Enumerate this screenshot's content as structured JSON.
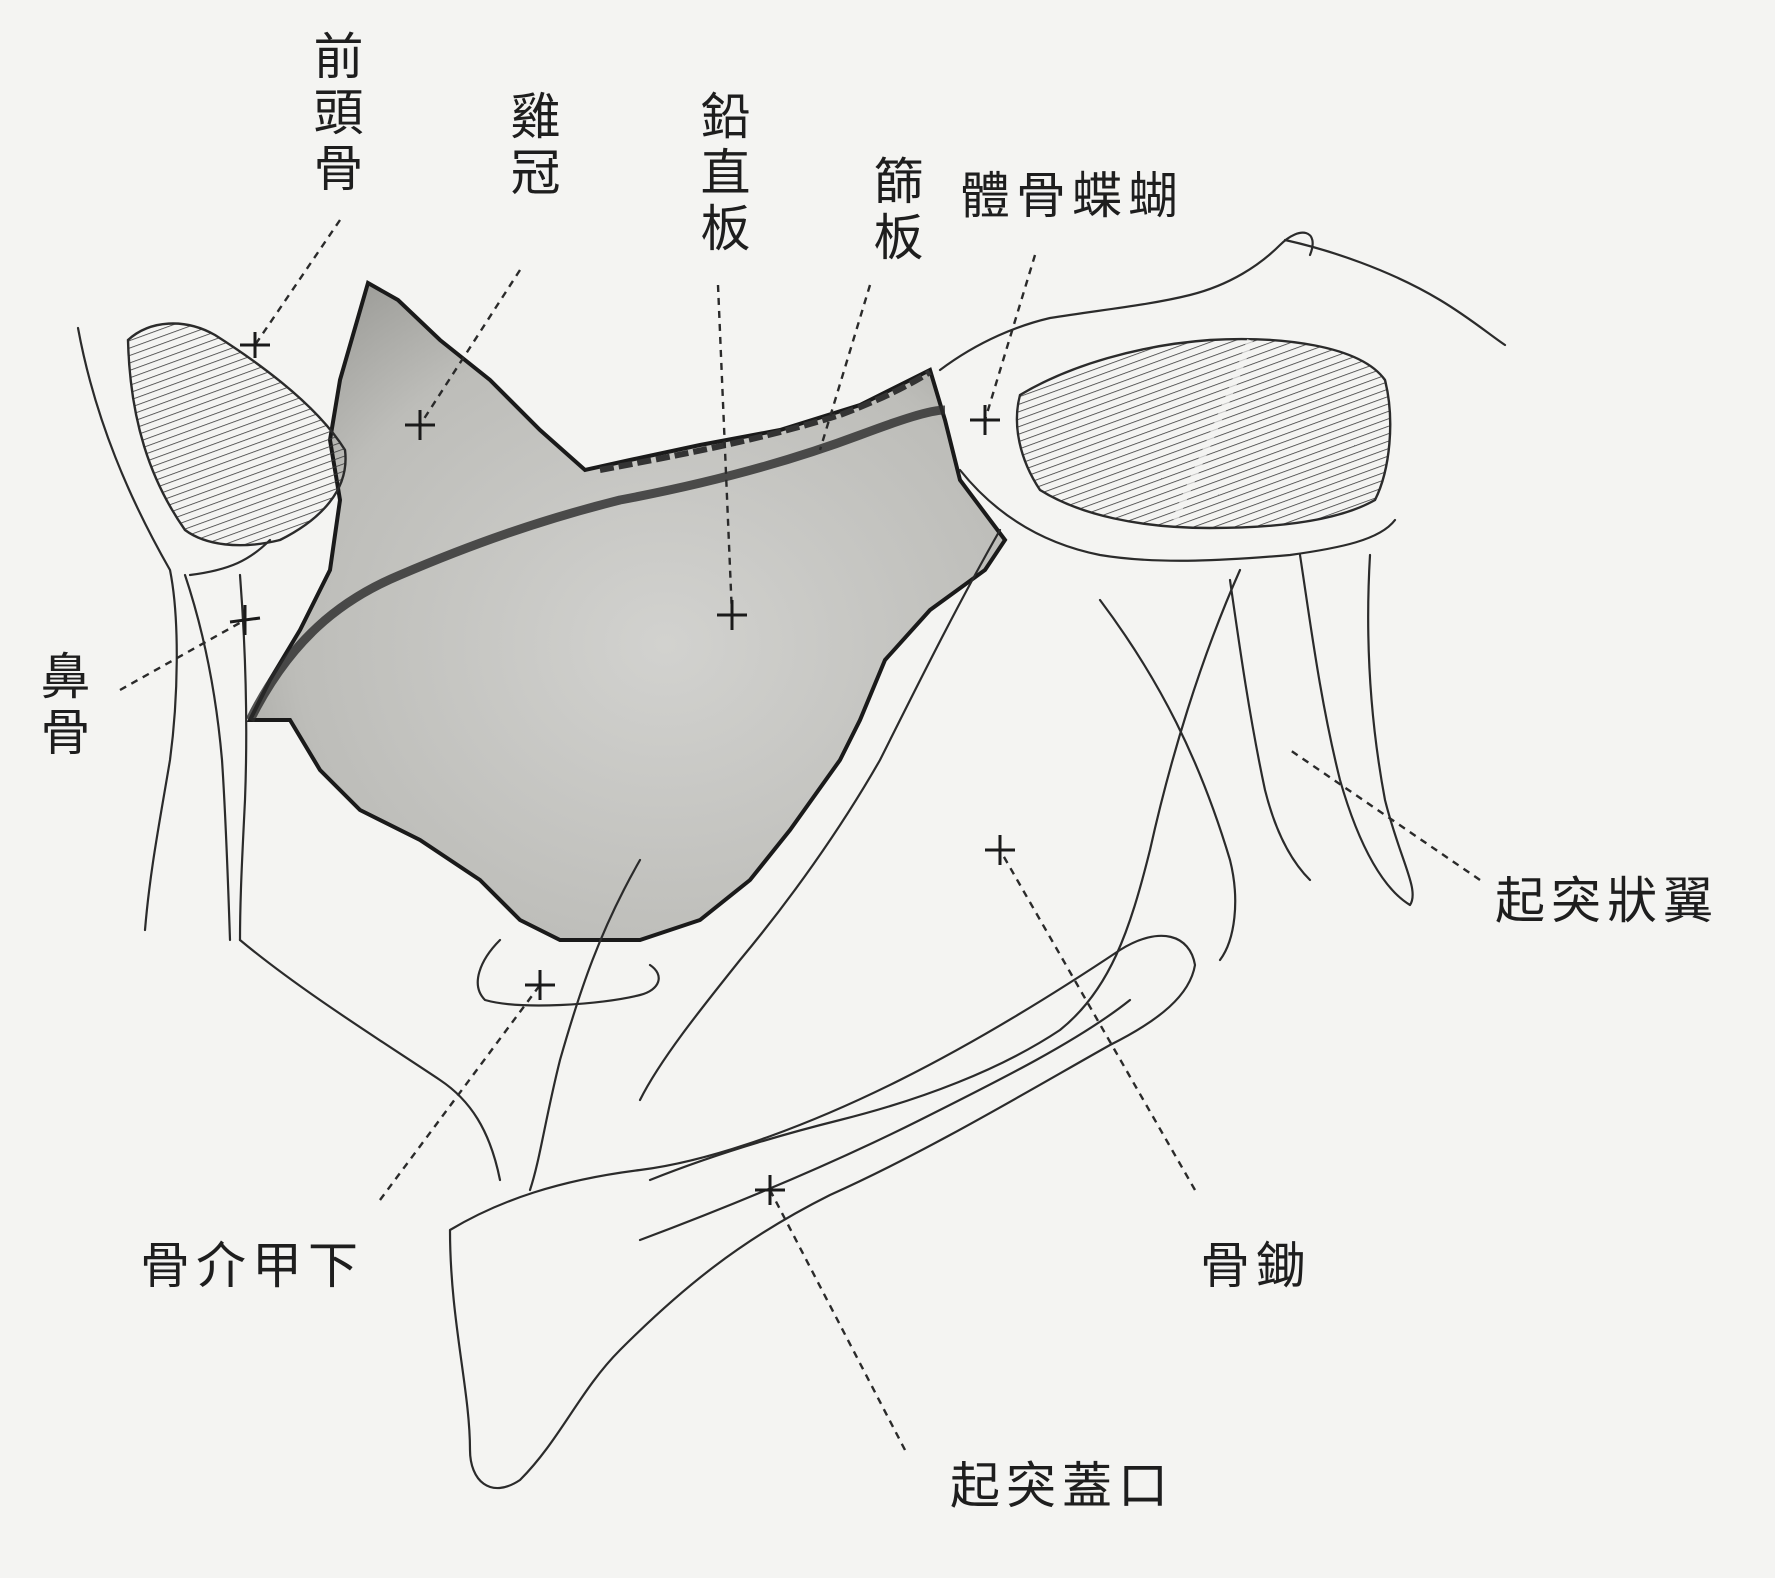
{
  "figure": {
    "labels": {
      "frontal_bone": "前頭骨",
      "crista_galli": "雞冠",
      "perpendicular_plate": "鉛直板",
      "cribriform_plate": "篩板",
      "sphenoid_body": "蝴蝶骨體",
      "nasal_bone": "鼻骨",
      "pterygoid_process": "翼狀突起",
      "inferior_concha": "下甲介骨",
      "vomer": "鋤骨",
      "palatine_process": "口蓋突起"
    }
  }
}
